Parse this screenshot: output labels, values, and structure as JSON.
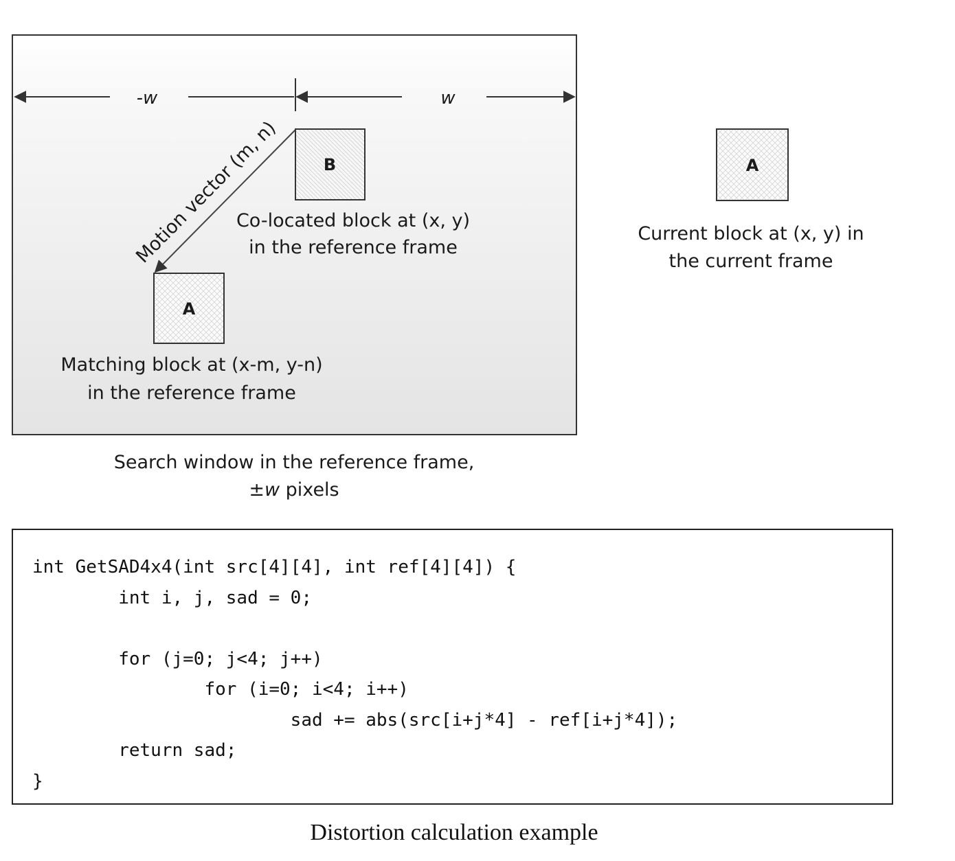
{
  "diagram": {
    "neg_w_label": "-w",
    "w_label": "w",
    "motion_vector_label": "Motion vector (m, n)",
    "block_b": {
      "letter": "B",
      "caption_line1": "Co-located block at (x, y)",
      "caption_line2": "in the reference frame"
    },
    "block_a_ref": {
      "letter": "A",
      "caption_line1": "Matching block at (x-m, y-n)",
      "caption_line2": "in the reference frame"
    },
    "block_a_current": {
      "letter": "A",
      "caption_line1": "Current block at (x, y) in",
      "caption_line2": "the current frame"
    },
    "search_window_caption": {
      "line1": "Search window in the reference frame,",
      "line2_symbol": "±",
      "line2_w": "w",
      "line2_rest": " pixels"
    }
  },
  "code": {
    "lines": [
      "int GetSAD4x4(int src[4][4], int ref[4][4]) {",
      "        int i, j, sad = 0;",
      "",
      "        for (j=0; j<4; j++)",
      "                for (i=0; i<4; i++)",
      "                        sad += abs(src[i+j*4] - ref[i+j*4]);",
      "        return sad;",
      "}"
    ]
  },
  "caption": "Distortion calculation example"
}
